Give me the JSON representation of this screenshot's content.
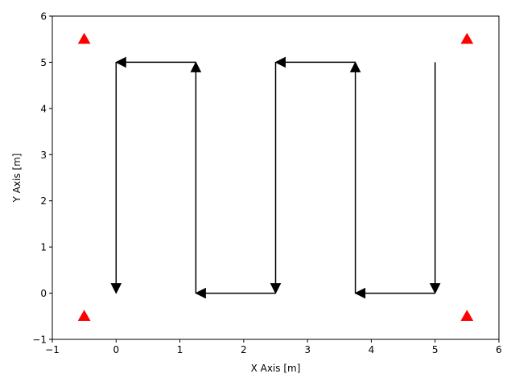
{
  "chart_data": {
    "type": "line",
    "xlabel": "X Axis [m]",
    "ylabel": "Y Axis [m]",
    "xlim": [
      -1,
      6
    ],
    "ylim": [
      -1,
      6
    ],
    "x_ticks": [
      -1,
      0,
      1,
      2,
      3,
      4,
      5,
      6
    ],
    "y_ticks": [
      -1,
      0,
      1,
      2,
      3,
      4,
      5,
      6
    ],
    "x_tick_labels": [
      "−1",
      "0",
      "1",
      "2",
      "3",
      "4",
      "5",
      "6"
    ],
    "y_tick_labels": [
      "−1",
      "0",
      "1",
      "2",
      "3",
      "4",
      "5",
      "6"
    ],
    "grid": false,
    "path_color": "#000000",
    "marker_color": "#ff0000",
    "arrows": [
      {
        "from": [
          5,
          5
        ],
        "to": [
          5,
          0
        ]
      },
      {
        "from": [
          5,
          0
        ],
        "to": [
          3.75,
          0
        ]
      },
      {
        "from": [
          3.75,
          0
        ],
        "to": [
          3.75,
          5
        ]
      },
      {
        "from": [
          3.75,
          5
        ],
        "to": [
          2.5,
          5
        ]
      },
      {
        "from": [
          2.5,
          5
        ],
        "to": [
          2.5,
          0
        ]
      },
      {
        "from": [
          2.5,
          0
        ],
        "to": [
          1.25,
          0
        ]
      },
      {
        "from": [
          1.25,
          0
        ],
        "to": [
          1.25,
          5
        ]
      },
      {
        "from": [
          1.25,
          5
        ],
        "to": [
          0,
          5
        ]
      },
      {
        "from": [
          0,
          5
        ],
        "to": [
          0,
          0
        ]
      }
    ],
    "markers": [
      {
        "x": -0.5,
        "y": 5.5
      },
      {
        "x": 5.5,
        "y": 5.5
      },
      {
        "x": -0.5,
        "y": -0.5
      },
      {
        "x": 5.5,
        "y": -0.5
      }
    ]
  }
}
